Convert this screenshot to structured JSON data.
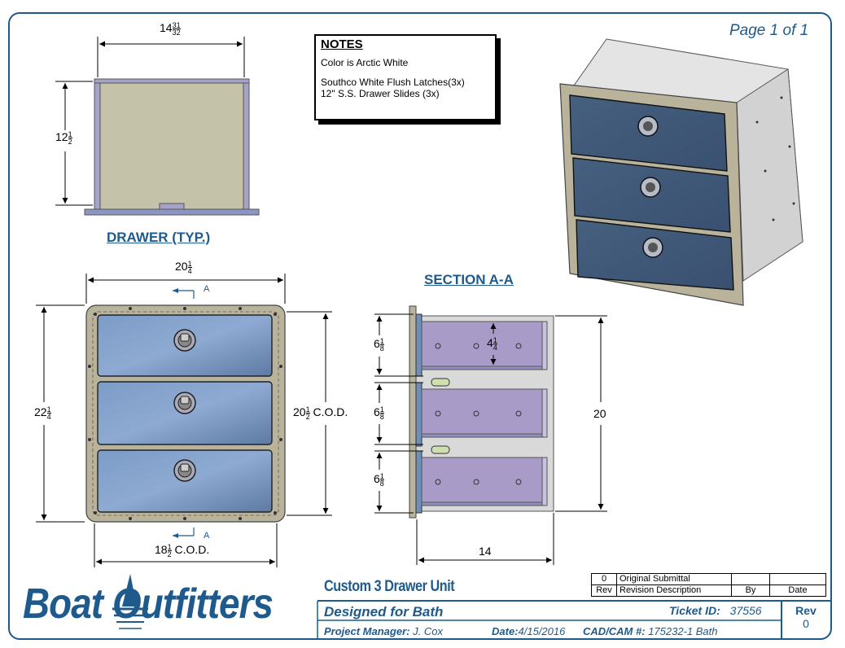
{
  "page_label": "Page 1 of 1",
  "notes": {
    "title": "NOTES",
    "line1": "Color is Arctic White",
    "line2": "Southco White Flush Latches(3x)",
    "line3": "12\" S.S. Drawer Slides (3x)"
  },
  "views": {
    "drawer_heading": "DRAWER (TYP.)",
    "section_heading": "SECTION A-A"
  },
  "dims": {
    "drawer_width_whole": "14",
    "drawer_width_num": "31",
    "drawer_width_den": "32",
    "drawer_height_whole": "12",
    "drawer_height_num": "1",
    "drawer_height_den": "2",
    "front_width_whole": "20",
    "front_width_num": "1",
    "front_width_den": "4",
    "front_height_whole": "22",
    "front_height_num": "1",
    "front_height_den": "4",
    "cod_height_whole": "20",
    "cod_height_num": "1",
    "cod_height_den": "2",
    "cod_height_suffix": "C.O.D.",
    "cod_width_whole": "18",
    "cod_width_num": "1",
    "cod_width_den": "2",
    "cod_width_suffix": "C.O.D.",
    "section_marker": "A",
    "section_drawer_whole": "6",
    "section_drawer_num": "1",
    "section_drawer_den": "8",
    "inner_depth_whole": "4",
    "inner_depth_num": "1",
    "inner_depth_den": "4",
    "section_height": "20",
    "section_depth": "14"
  },
  "revisions": {
    "row1_rev": "0",
    "row1_desc": "Original Submittal",
    "hdr_rev": "Rev",
    "hdr_desc": "Revision Description",
    "hdr_by": "By",
    "hdr_date": "Date"
  },
  "title_block": {
    "brand": "Boat Outfitters",
    "title": "Custom 3 Drawer Unit",
    "designed_for": "Designed for Bath",
    "ticket_label": "Ticket ID:",
    "ticket_value": "37556",
    "pm_label": "Project Manager:",
    "pm_value": "J. Cox",
    "date_label": "Date:",
    "date_value": "4/15/2016",
    "cad_label": "CAD/CAM #:",
    "cad_value": "175232-1 Bath",
    "rev_label": "Rev",
    "rev_value": "0"
  },
  "colors": {
    "accent": "#1f5a8c",
    "frame": "#b8b29a",
    "drawer_front": "#6e8fb8",
    "drawer_section": "#a99bc7"
  }
}
